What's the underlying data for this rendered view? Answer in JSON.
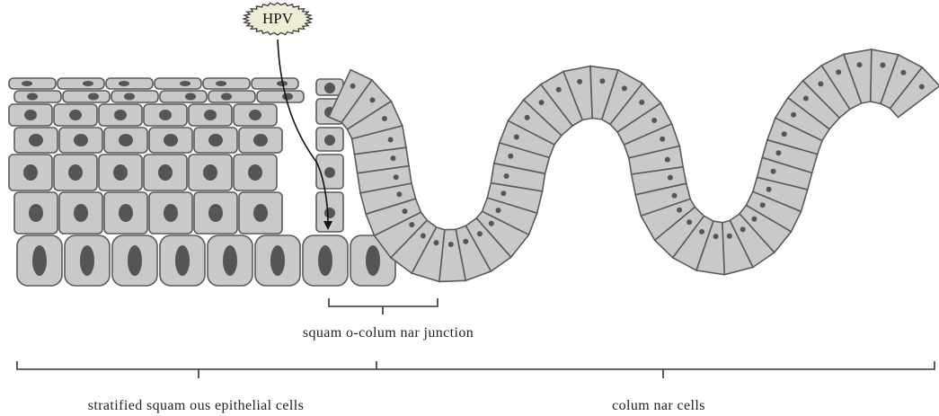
{
  "virus_label": "HPV",
  "labels": {
    "junction": "squam o-colum nar junction",
    "squamous": "stratified squam ous epithelial cells",
    "columnar": "colum nar  cells"
  },
  "colors": {
    "cell_fill": "#c9c9c9",
    "cell_stroke": "#5a5a5a",
    "nucleus": "#555555",
    "badge_fill": "#efedd6",
    "bracket": "#333333"
  }
}
